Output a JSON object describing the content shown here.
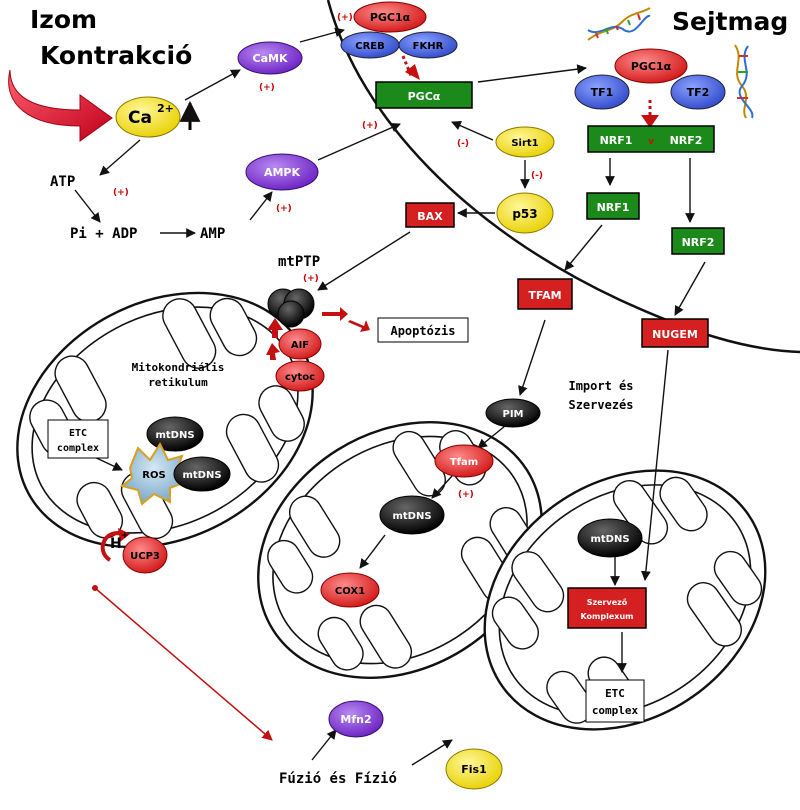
{
  "titles": {
    "izom": "Izom",
    "kontrakcio": "Kontrakció",
    "sejtmag": "Sejtmag"
  },
  "nodes": {
    "pgc1a_top": "PGC1α",
    "creb": "CREB",
    "fkhr": "FKHR",
    "camk": "CaMK",
    "ca": "Ca",
    "ca_sup": "2+",
    "pgca": "PGCα",
    "pgc1a_nucleus": "PGC1α",
    "tf1": "TF1",
    "tf2": "TF2",
    "nrf1": "NRF1",
    "v": "v",
    "nrf2": "NRF2",
    "nrf1_b": "NRF1",
    "nrf2_b": "NRF2",
    "sirt1": "Sirt1",
    "ampk": "AMPK",
    "bax": "BAX",
    "p53": "p53",
    "tfam_upper": "TFAM",
    "nugem": "NUGEM",
    "aif": "AIF",
    "cytoc": "cytoc",
    "pim": "PIM",
    "tfam_lower": "Tfam",
    "mtdns_1": "mtDNS",
    "mtdns_2": "mtDNS",
    "mtdns_3": "mtDNS",
    "mtdns_4": "mtDNS",
    "ros": "ROS",
    "ucp3": "UCP3",
    "h": "H",
    "h_sup": "+",
    "cox1": "COX1",
    "szervezo_1": "Szervező",
    "szervezo_2": "Komplexum",
    "mfn2": "Mfn2",
    "fis1": "Fis1"
  },
  "labels": {
    "atp": "ATP",
    "pi_adp": "Pi + ADP",
    "amp": "AMP",
    "mtptp": "mtPTP",
    "apoptozis": "Apoptózis",
    "mito_ret_1": "Mitokondriális",
    "mito_ret_2": "retikulum",
    "etc_1": "ETC",
    "etc_2": "complex",
    "etc2_1": "ETC",
    "etc2_2": "complex",
    "import_1": "Import és",
    "import_2": "Szervezés",
    "fuzio": "Fúzió és Fízió"
  },
  "signs": {
    "plus": "(+)",
    "minus": "(-)"
  },
  "colors": {
    "purple": "#7a2fd0",
    "yellow": "#f2e21a",
    "blue": "#3f5bd6",
    "green": "#1b8a1b",
    "red": "#d42020",
    "black": "#111111",
    "dark_red": "#b00000"
  }
}
